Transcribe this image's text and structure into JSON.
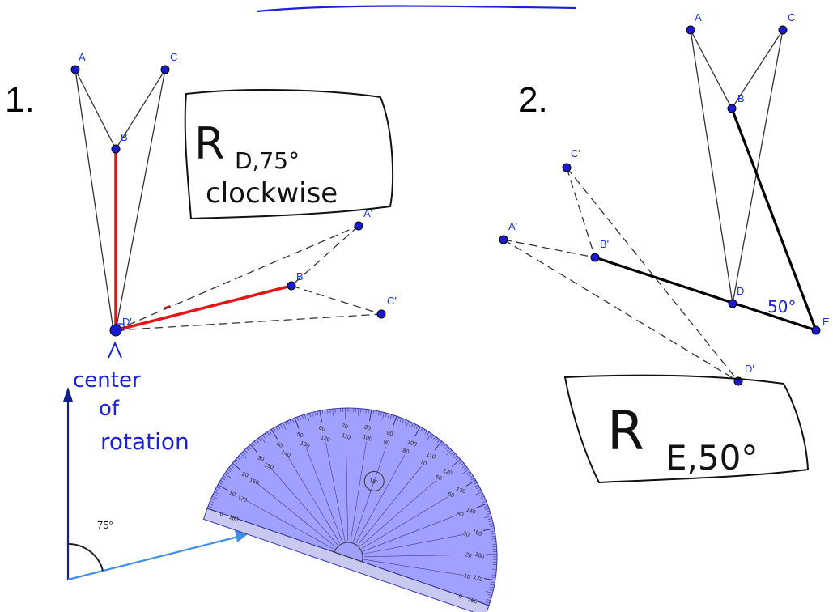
{
  "problem1": {
    "number": "1.",
    "points": {
      "A": "A",
      "C": "C",
      "B": "B",
      "D_prime": "D'",
      "A_prime": "A'",
      "B_prime": "B'",
      "C_prime": "C'"
    },
    "box_line1": "R",
    "box_sub": "D,75°",
    "box_line2": "clockwise",
    "center_note": [
      "center",
      "of",
      "rotation"
    ],
    "angle_label": "75°"
  },
  "problem2": {
    "number": "2.",
    "points": {
      "A": "A",
      "C": "C",
      "B": "B",
      "D": "D",
      "E": "E",
      "A_prime": "A'",
      "B_prime": "B'",
      "C_prime": "C'",
      "D_prime": "D'"
    },
    "angle_note": "50°",
    "box_line1": "R",
    "box_sub": "E,50°"
  },
  "protractor": {
    "center_label": "18°",
    "outer_labels": [
      "0",
      "10",
      "20",
      "30",
      "40",
      "50",
      "60",
      "70",
      "80",
      "90",
      "100",
      "110",
      "120",
      "130",
      "140",
      "150",
      "160",
      "170",
      "180"
    ],
    "inner_labels": [
      "180",
      "170",
      "160",
      "150",
      "140",
      "130",
      "120",
      "110",
      "100",
      "90",
      "80",
      "70",
      "60",
      "50",
      "40",
      "30",
      "20",
      "10",
      "0"
    ]
  },
  "colors": {
    "point": "#1a1ad0",
    "label": "#1a36d6",
    "red": "#e21414",
    "protractor": "#7c7cff",
    "ray_blue": "#3d8fe8",
    "ray_navy": "#13208c"
  }
}
